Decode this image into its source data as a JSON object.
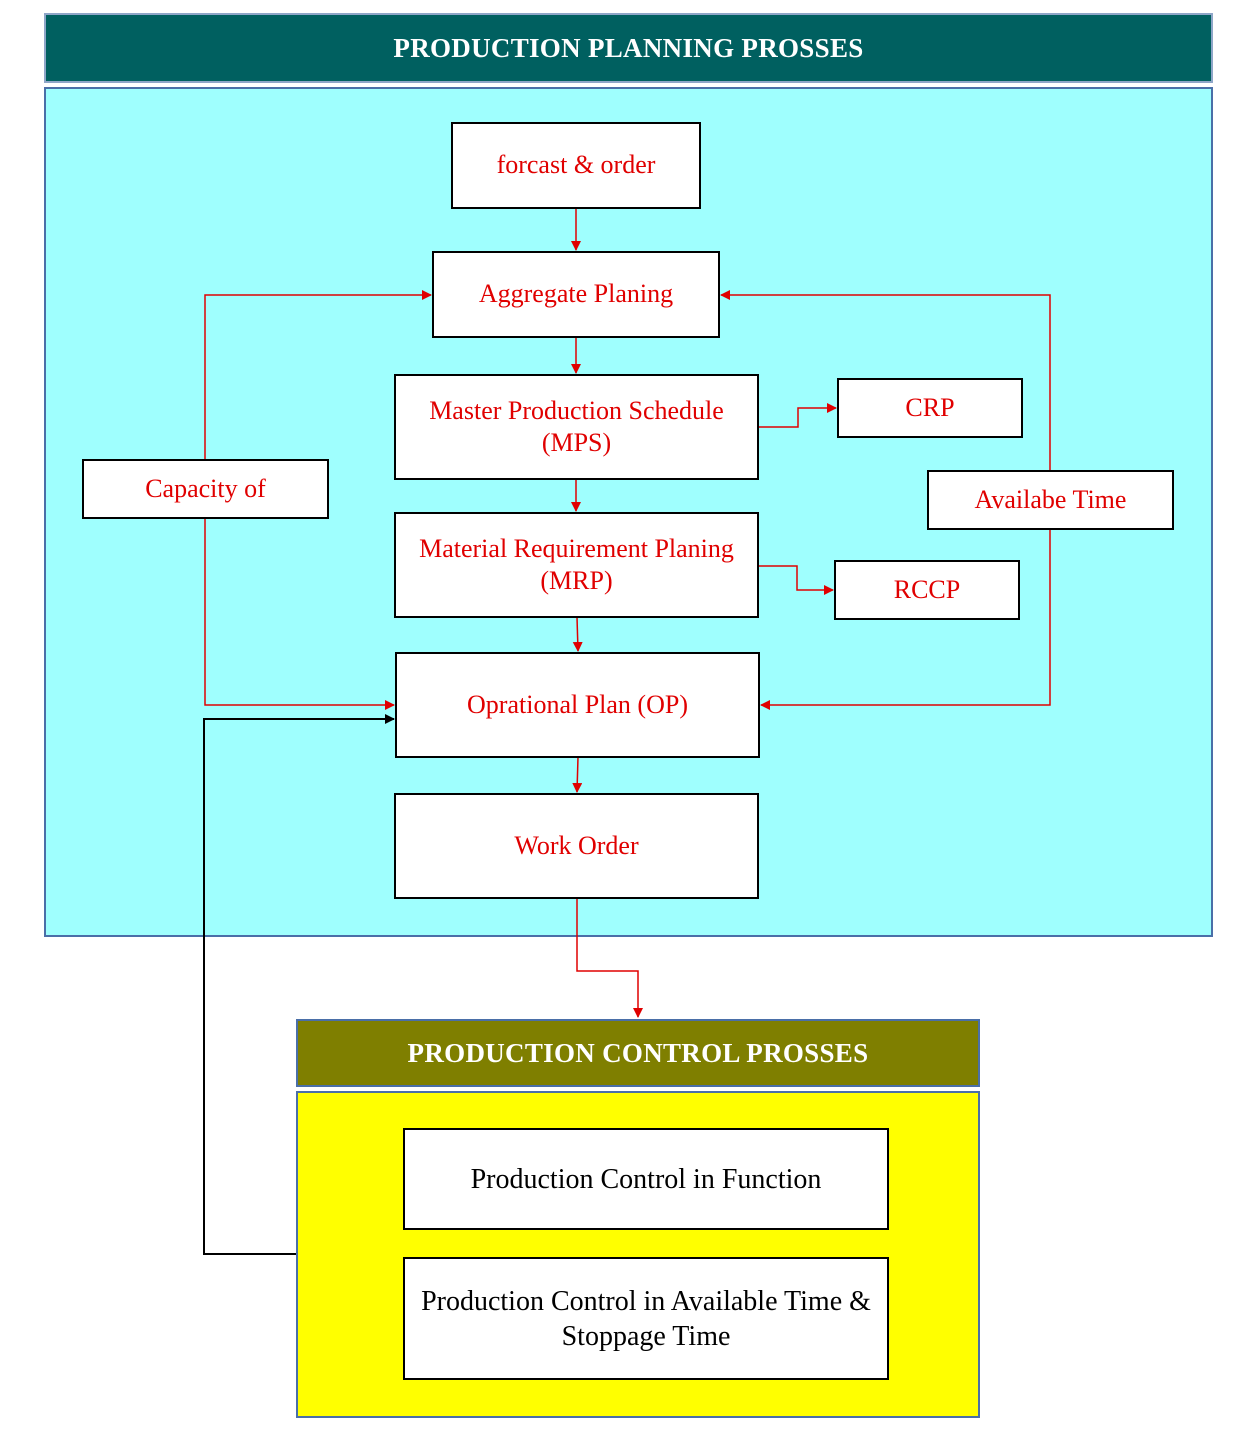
{
  "planning": {
    "title": "PRODUCTION PLANNING PROSSES",
    "nodes": {
      "forecast": "forcast & order",
      "aggregate": "Aggregate Planing",
      "mps": "Master Production Schedule (MPS)",
      "mrp": "Material Requirement Planing (MRP)",
      "op": "Oprational Plan (OP)",
      "work_order": "Work Order",
      "crp": "CRP",
      "rccp": "RCCP",
      "capacity": "Capacity of",
      "available_time": "Availabe Time"
    }
  },
  "control": {
    "title": "PRODUCTION CONTROL PROSSES",
    "nodes": {
      "function": "Production Control in Function",
      "available_stoppage": "Production Control in Available Time & Stoppage Time"
    }
  },
  "colors": {
    "planning_header_bg": "#006060",
    "planning_area_bg": "#9ffffe",
    "control_header_bg": "#7f7f00",
    "control_area_bg": "#ffff00",
    "node_text": "#e00000",
    "arrow_red": "#e00000",
    "arrow_black": "#000000"
  }
}
